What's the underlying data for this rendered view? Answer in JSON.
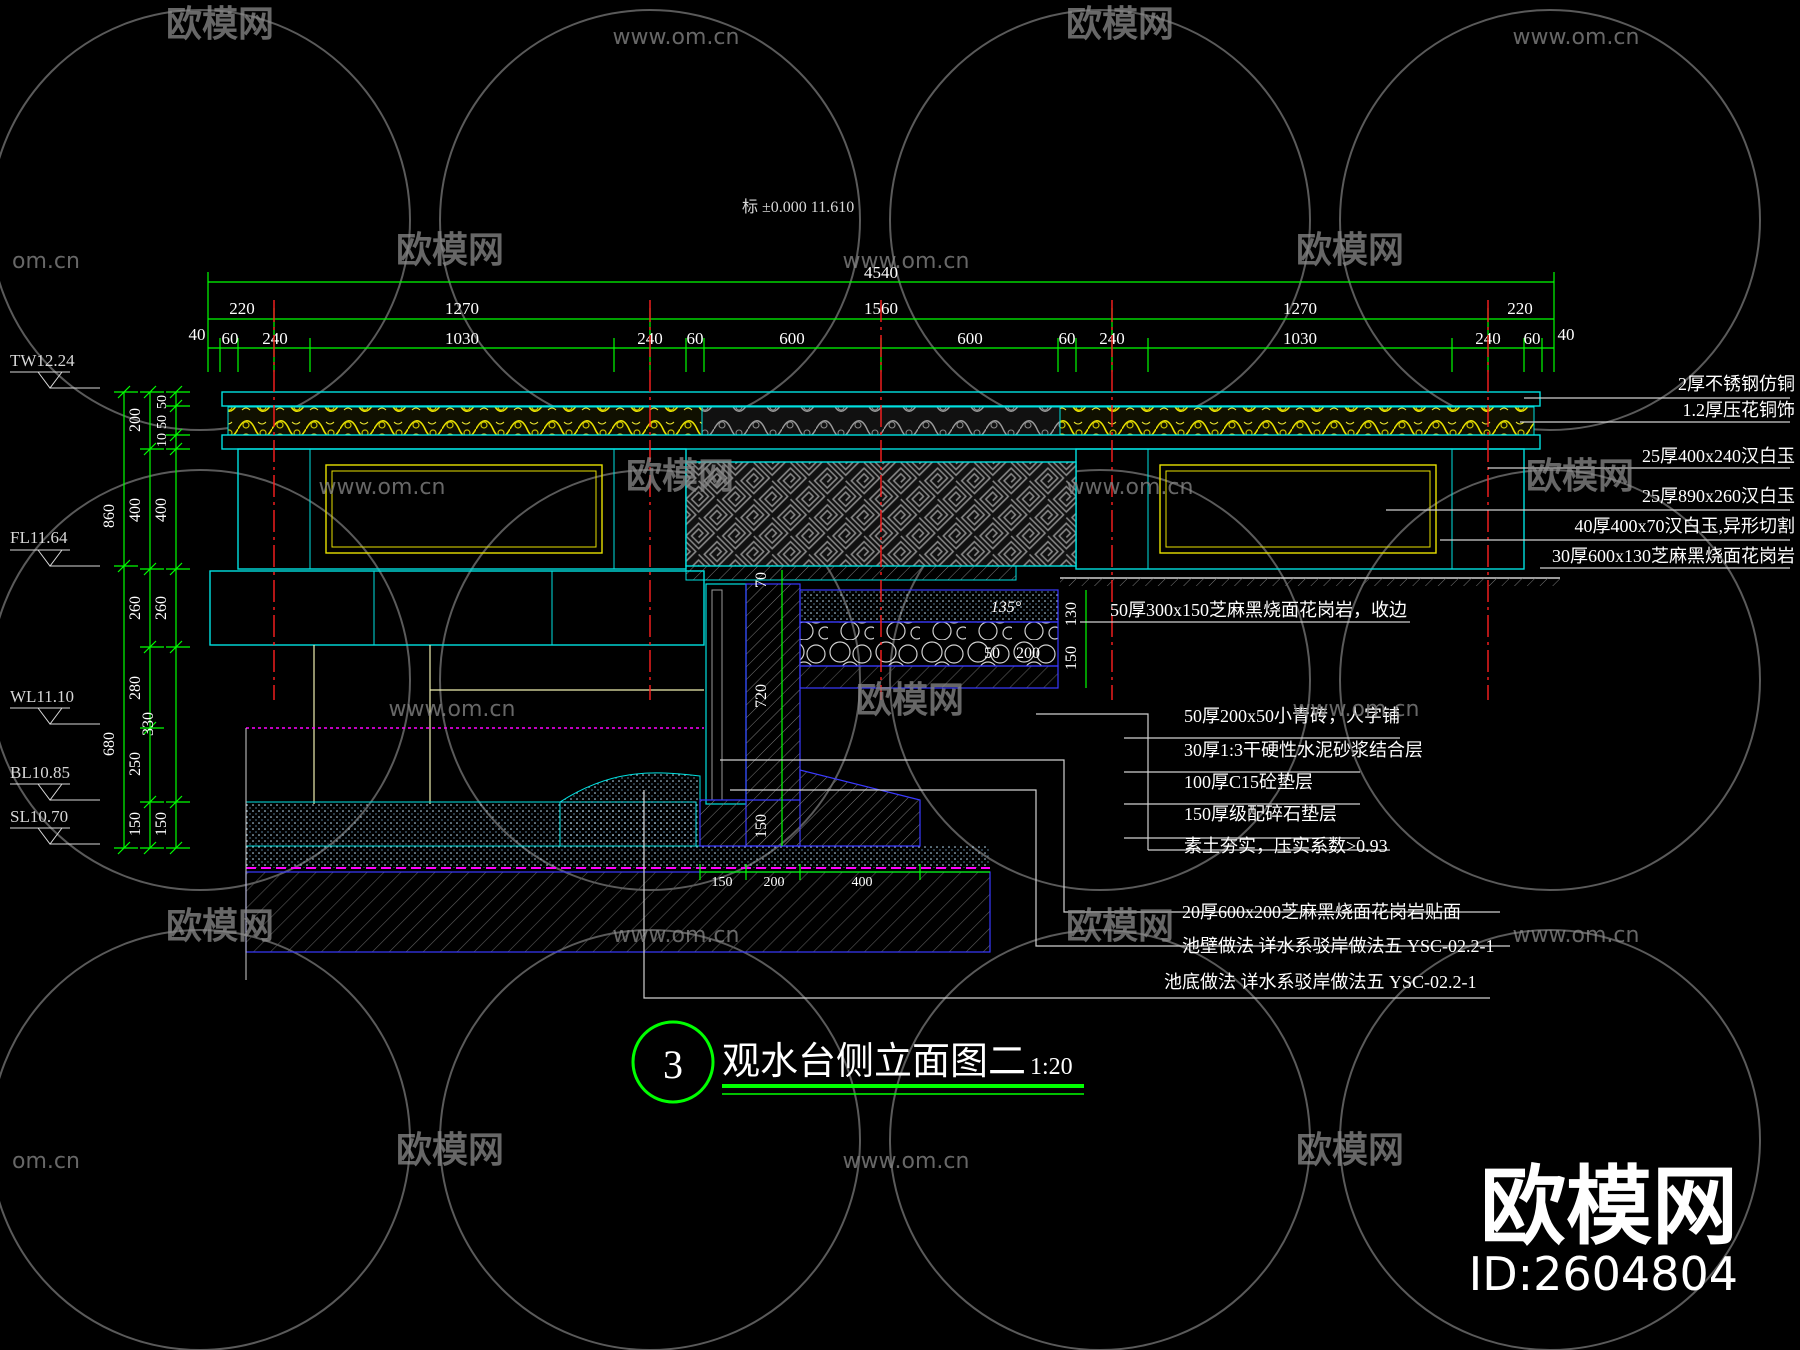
{
  "watermark": {
    "brand": "欧模网",
    "url": "www.om.cn",
    "url_short": "om.cn",
    "corner_brand": "欧模网",
    "corner_id": "ID:2604804"
  },
  "drawing": {
    "partial_text": "标  ±0.000 11.610",
    "title_number": "3",
    "title": "观水台侧立面图二",
    "scale": "1:20",
    "colors": {
      "dimension": "#00ff00",
      "text": "#ffffff",
      "outline": "#00ffff",
      "axis": "#ff0000",
      "ornament": "#ffff00",
      "water": "#ff00ff",
      "blue": "#3a3aff"
    }
  },
  "dims": {
    "total": "4540",
    "row1": [
      "220",
      "1270",
      "1560",
      "1270",
      "220"
    ],
    "row2": [
      "40",
      "60",
      "240",
      "1030",
      "240",
      "60",
      "600",
      "600",
      "60",
      "240",
      "1030",
      "240",
      "60",
      "40"
    ],
    "vert_left1": [
      "860",
      "680"
    ],
    "vert_left2": [
      "200",
      "400",
      "260",
      "280",
      "250",
      "150"
    ],
    "vert_left3": [
      "50",
      "50",
      "10",
      "400",
      "260",
      "330",
      "150"
    ],
    "section": [
      "70",
      "720",
      "150",
      "130",
      "150",
      "135°",
      "50",
      "200",
      "150",
      "200",
      "400"
    ]
  },
  "levels": [
    "TW12.24",
    "FL11.64",
    "WL11.10",
    "BL10.85",
    "SL10.70"
  ],
  "notes_right": [
    "2厚不锈钢仿铜",
    "1.2厚压花铜饰",
    "25厚400x240汉白玉",
    "25厚890x260汉白玉",
    "40厚400x70汉白玉,异形切割",
    "30厚600x130芝麻黑烧面花岗岩",
    "50厚300x150芝麻黑烧面花岗岩，收边"
  ],
  "notes_lower": [
    "50厚200x50小青砖，人字铺",
    "30厚1:3干硬性水泥砂浆结合层",
    "100厚C15砼垫层",
    "150厚级配碎石垫层",
    "素土夯实，压实系数>0.93",
    "20厚600x200芝麻黑烧面花岗岩贴面",
    "池壁做法 详水系驳岸做法五 YSC-02.2-1",
    "池底做法 详水系驳岸做法五 YSC-02.2-1"
  ]
}
